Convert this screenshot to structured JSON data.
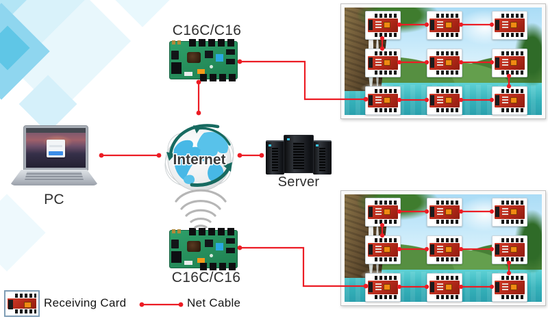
{
  "labels": {
    "controller_top": "C16C/C16",
    "controller_bottom": "C16C/C16",
    "pc": "PC",
    "internet": "Internet",
    "server": "Server"
  },
  "legend": {
    "receiving_card": "Receiving Card",
    "net_cable": "Net Cable"
  },
  "displays": {
    "count": 2,
    "grid_rows": 3,
    "grid_cols": 3,
    "receiving_cards_per_display": 9,
    "wiring_pattern": "serpentine-daisy-chain"
  },
  "connections": [
    {
      "from": "pc",
      "to": "internet",
      "type": "net-cable"
    },
    {
      "from": "internet",
      "to": "server",
      "type": "net-cable"
    },
    {
      "from": "internet",
      "to": "controller-top",
      "type": "net-cable"
    },
    {
      "from": "controller-top",
      "to": "display-top-card-bottom-left",
      "type": "net-cable"
    },
    {
      "from": "internet",
      "to": "controller-bottom",
      "type": "wifi"
    },
    {
      "from": "controller-bottom",
      "to": "display-bottom-card-bottom-left",
      "type": "net-cable"
    }
  ],
  "colors": {
    "cable_red": "#ec1c24",
    "controller_pcb_green": "#26925e",
    "receiving_card_red": "#b02718",
    "decor_blue": "#9fdcf2",
    "wifi_gray": "#b6b6b6",
    "internet_land_blue": "#47b8e6",
    "arrow_teal": "#176a60"
  }
}
